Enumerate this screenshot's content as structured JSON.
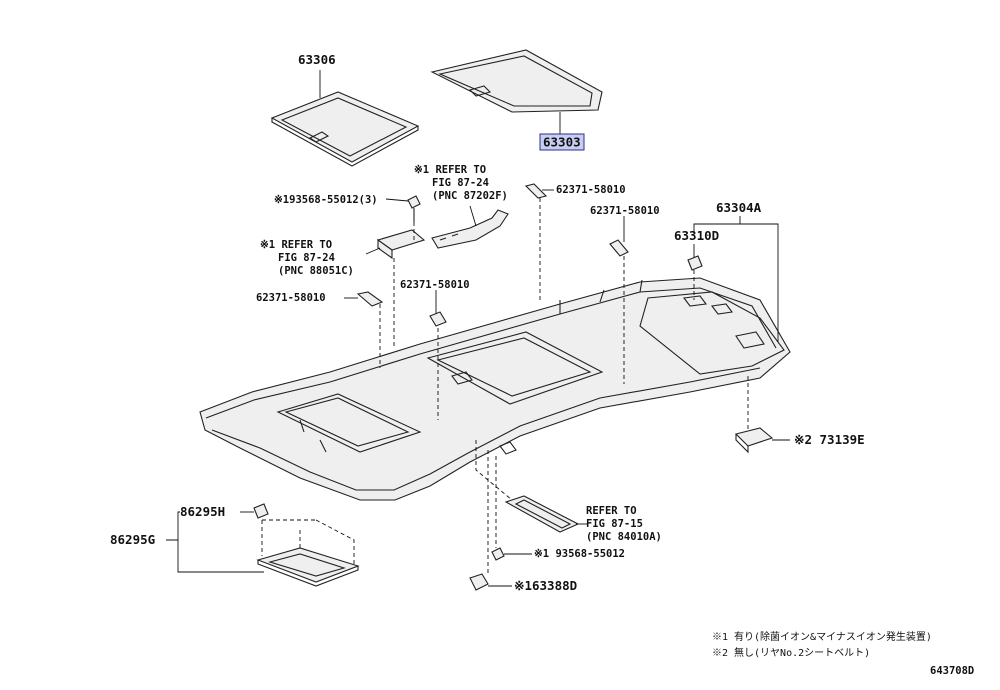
{
  "callouts": {
    "p63306": "63306",
    "p63303": "63303",
    "ref_8724_a": "※1 REFER TO",
    "ref_8724_a2": "FIG 87-24",
    "ref_8724_a3": "(PNC 87202F)",
    "p62371_a": "62371-58010",
    "p93568_3": "※193568-55012(3)",
    "p62371_b": "62371-58010",
    "p63304A": "63304A",
    "p63310D": "63310D",
    "ref_8724_b": "※1 REFER TO",
    "ref_8724_b2": "FIG 87-24",
    "ref_8724_b3": "(PNC 88051C)",
    "p62371_c": "62371-58010",
    "p62371_d": "62371-58010",
    "p73139E": "※2 73139E",
    "p86295H": "86295H",
    "p86295G": "86295G",
    "ref_8715": "REFER TO",
    "ref_8715_2": "FIG 87-15",
    "ref_8715_3": "(PNC 84010A)",
    "p93568": "※1 93568-55012",
    "p63388D": "※163388D"
  },
  "notes": {
    "note1": "※1 有り(除菌イオン&マイナスイオン発生装置)",
    "note2": "※2 無し(リヤNo.2シートベルト)"
  },
  "figure_id": "643708D",
  "highlight_color": "#c9cdf2"
}
